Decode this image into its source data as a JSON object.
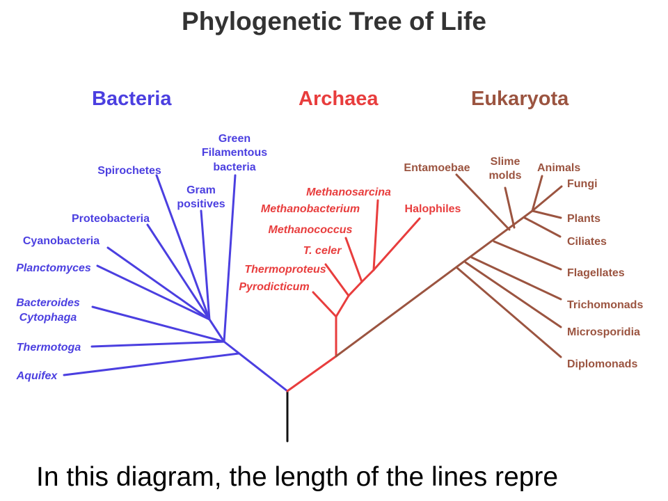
{
  "title": "Phylogenetic Tree of Life",
  "caption": "In this diagram, the length of the lines repre",
  "colors": {
    "bacteria": "#4b3fe0",
    "archaea": "#e83d3d",
    "eukaryota": "#9b5440",
    "root": "#111111",
    "title": "#333333"
  },
  "domains": {
    "bacteria": "Bacteria",
    "archaea": "Archaea",
    "eukaryota": "Eukaryota"
  },
  "taxa": {
    "bacteria": {
      "green_filamentous": [
        "Green",
        "Filamentous",
        "bacteria"
      ],
      "spirochetes": "Spirochetes",
      "gram_positives": [
        "Gram",
        "positives"
      ],
      "proteobacteria": "Proteobacteria",
      "cyanobacteria": "Cyanobacteria",
      "planctomyces": "Planctomyces",
      "bacteroides": [
        "Bacteroides",
        "Cytophaga"
      ],
      "thermotoga": "Thermotoga",
      "aquifex": "Aquifex"
    },
    "archaea": {
      "methanosarcina": "Methanosarcina",
      "methanobacterium": "Methanobacterium",
      "halophiles": "Halophiles",
      "methanococcus": "Methanococcus",
      "t_celer": "T. celer",
      "thermoproteus": "Thermoproteus",
      "pyrodicticum": "Pyrodicticum"
    },
    "eukaryota": {
      "entamoebae": "Entamoebae",
      "slime_molds": [
        "Slime",
        "molds"
      ],
      "animals": "Animals",
      "fungi": "Fungi",
      "plants": "Plants",
      "ciliates": "Ciliates",
      "flagellates": "Flagellates",
      "trichomonads": "Trichomonads",
      "microsporidia": "Microsporidia",
      "diplomonads": "Diplomonads"
    }
  }
}
